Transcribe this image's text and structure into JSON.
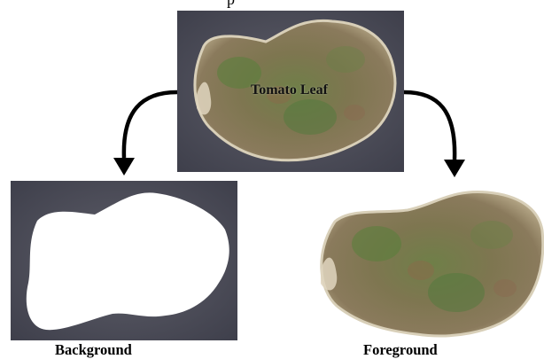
{
  "header_fragment": "p",
  "source": {
    "label": "Tomato Leaf"
  },
  "outputs": [
    {
      "label": "Background"
    },
    {
      "label": "Foreground"
    }
  ]
}
